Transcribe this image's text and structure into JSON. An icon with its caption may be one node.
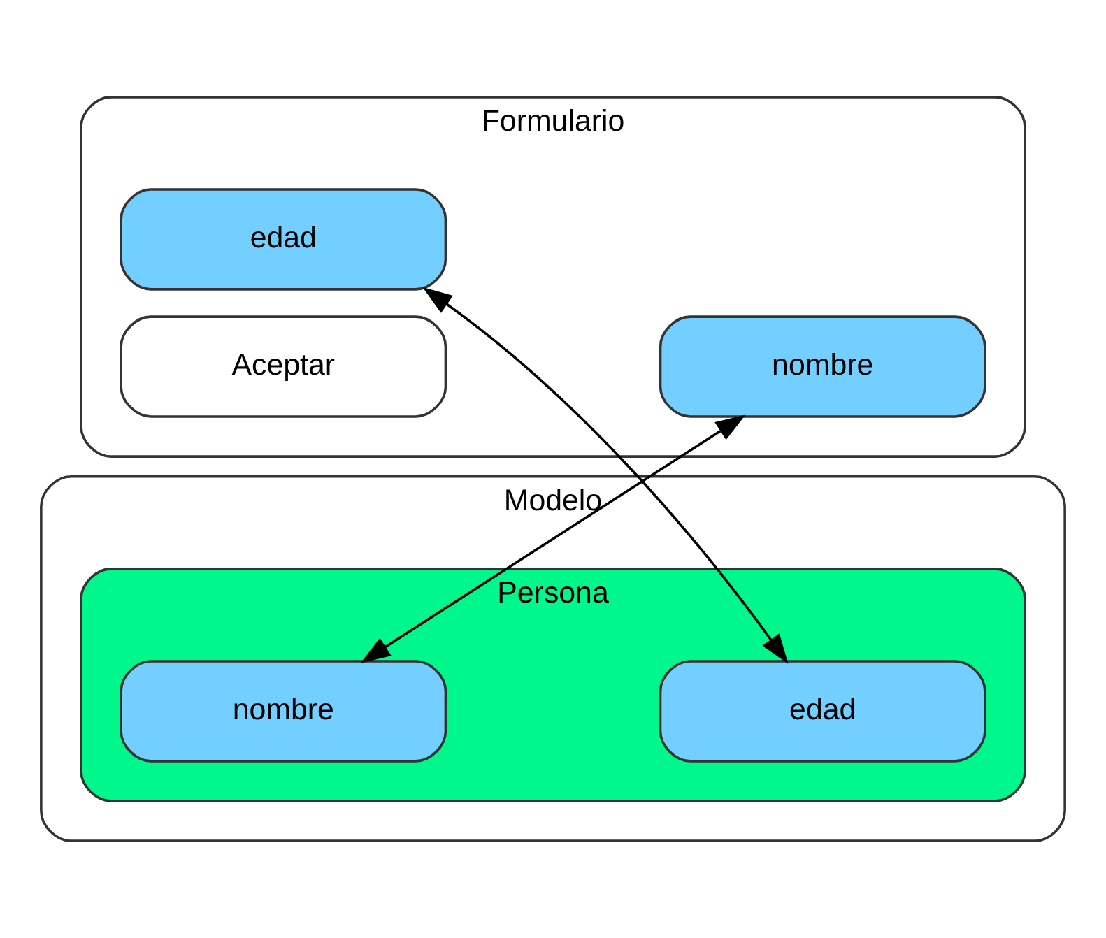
{
  "diagram": {
    "nodes": [
      {
        "text": [
          "Modelo"
        ]
      },
      {
        "text": [
          "Persona"
        ],
        "in": 0
      },
      {
        "text": [
          "nombre"
        ],
        "in": 1
      },
      {
        "text": [
          "edad"
        ],
        "in": 1
      },
      {
        "text": [
          "Formulario"
        ]
      },
      {
        "text": [
          "nombre"
        ],
        "in": 4
      },
      {
        "text": [
          "edad"
        ],
        "in": 4
      },
      {
        "text": [
          "Aceptar"
        ],
        "in": 4
      }
    ],
    "edges": [
      {
        "from": 2,
        "to": 5,
        "arrow": "both"
      },
      {
        "from": 6,
        "to": 3,
        "arrow": "both"
      }
    ]
  }
}
